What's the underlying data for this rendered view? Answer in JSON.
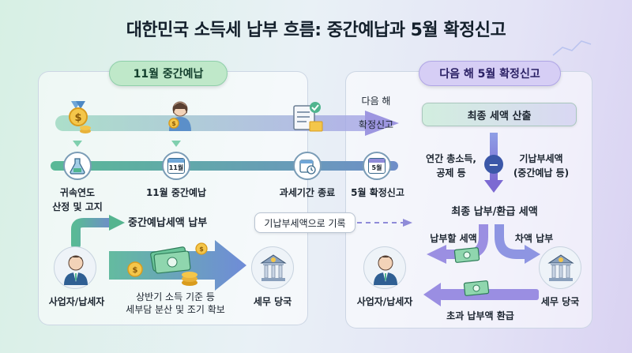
{
  "title": "대한민국 소득세 납부 흐름: 중간예납과 5월 확정신고",
  "left_panel": {
    "header": "11월 중간예납",
    "timeline": {
      "step1": [
        "귀속연도",
        "산정 및 고지"
      ],
      "step2": "11월 중간예납",
      "step3": "과세기간 종료",
      "step4": "5월 확정신고",
      "calendar_11": "11월",
      "calendar_5": "5월"
    },
    "next_year_label": [
      "다음 해",
      "확정신고"
    ],
    "payment_label": "중간예납세액 납부",
    "record_label": "기납부세액으로 기록",
    "taxpayer": "사업자/납세자",
    "tax_office": "세무 당국",
    "note": [
      "상반기 소득 기준 등",
      "세부담 분산 및 조기 확보"
    ]
  },
  "right_panel": {
    "header": "다음 해 5월 확정신고",
    "calc_box": "최종 세액 산출",
    "left_term": [
      "연간 총소득,",
      "공제 등"
    ],
    "minus": "−",
    "right_term": [
      "기납부세액",
      "(중간예납 등)"
    ],
    "result": "최종 납부/환급 세액",
    "pay_label": "납부할 세액",
    "diff_label": "차액 납부",
    "taxpayer": "사업자/납세자",
    "tax_office": "세무 당국",
    "refund_label": "초과 납부액 환급"
  },
  "colors": {
    "green": "#4fb58f",
    "purple": "#8a7fd6",
    "blue": "#5b7fd0",
    "header_green": "#bfe8c9",
    "header_purple": "#d6cef5"
  }
}
